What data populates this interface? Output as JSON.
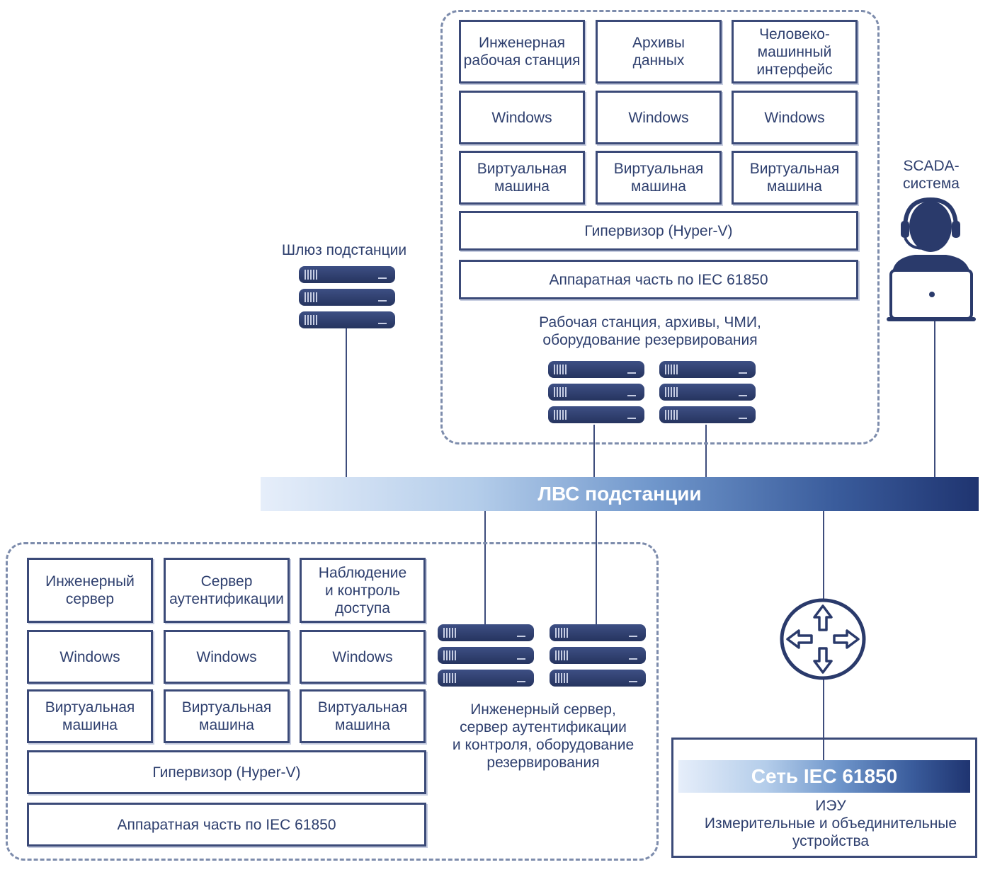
{
  "top_group": {
    "apps": [
      "Инженерная\nрабочая станция",
      "Архивы\nданных",
      "Человеко-\nмашинный\nинтерфейс"
    ],
    "os": [
      "Windows",
      "Windows",
      "Windows"
    ],
    "vms": [
      "Виртуальная\nмашина",
      "Виртуальная\nмашина",
      "Виртуальная\nмашина"
    ],
    "hypervisor": "Гипервизор (Hyper-V)",
    "hardware": "Аппаратная часть по IEC 61850",
    "caption": "Рабочая станция, архивы, ЧМИ,\nоборудование резервирования"
  },
  "gateway_label": "Шлюз подстанции",
  "scada_label": "SCADA-\nсистема",
  "lan_label": "ЛВС подстанции",
  "bottom_group": {
    "apps": [
      "Инженерный\nсервер",
      "Сервер\nаутентификации",
      "Наблюдение\nи контроль\nдоступа"
    ],
    "os": [
      "Windows",
      "Windows",
      "Windows"
    ],
    "vms": [
      "Виртуальная\nмашина",
      "Виртуальная\nмашина",
      "Виртуальная\nмашина"
    ],
    "hypervisor": "Гипервизор (Hyper-V)",
    "hardware": "Аппаратная часть по IEC 61850",
    "caption": "Инженерный сервер,\nсервер аутентификации\nи контроля, оборудование\nрезервирования"
  },
  "iec_network": {
    "title": "Сеть IEC 61850",
    "description": "ИЭУ\nИзмерительные и объединительные\nустройства"
  },
  "colors": {
    "primary": "#2e3f6e",
    "dash": "#7d8cac",
    "bar_dark": "#1f3470",
    "bar_light": "#e6eefa"
  }
}
